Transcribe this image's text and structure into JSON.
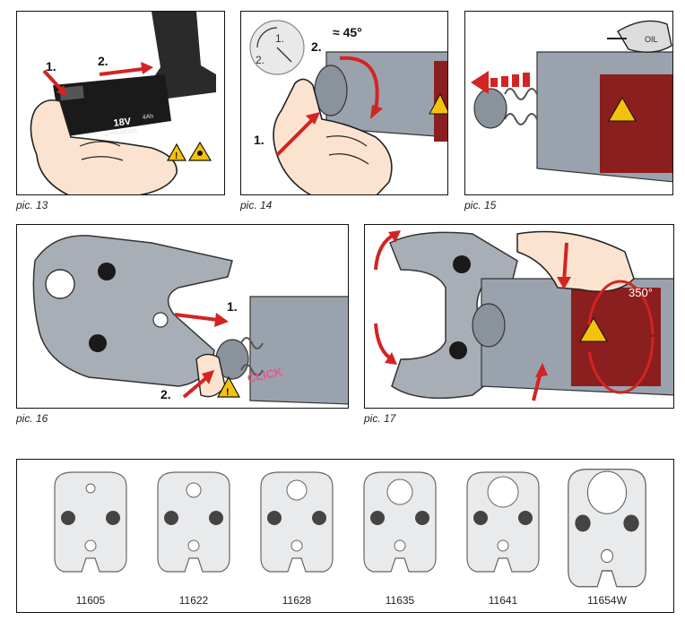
{
  "captions": {
    "pic13": "pic. 13",
    "pic14": "pic. 14",
    "pic15": "pic. 15",
    "pic16": "pic. 16",
    "pic17": "pic. 17"
  },
  "steps": {
    "one": "1.",
    "two": "2."
  },
  "battery": {
    "voltage": "18V",
    "brand": "LITHIUM ION",
    "capacity": "4Ah"
  },
  "rotation": {
    "angle": "≈ 45°",
    "dial_1": "1.",
    "dial_2": "2."
  },
  "oil_label": "OIL",
  "click_text": "CLICK",
  "rotation_350": "350°",
  "jaws": [
    {
      "code": "11605"
    },
    {
      "code": "11622"
    },
    {
      "code": "11628"
    },
    {
      "code": "11635"
    },
    {
      "code": "11641"
    },
    {
      "code": "11654W"
    }
  ],
  "colors": {
    "arrow_red": "#d42323",
    "tool_gray": "#9aa3ad",
    "motor_red": "#8b1e1e",
    "warning_yellow": "#f4c20d"
  },
  "icons": [
    "warning-icon",
    "hand-crush-warning-icon",
    "oil-can-icon",
    "rotation-dial-icon"
  ]
}
